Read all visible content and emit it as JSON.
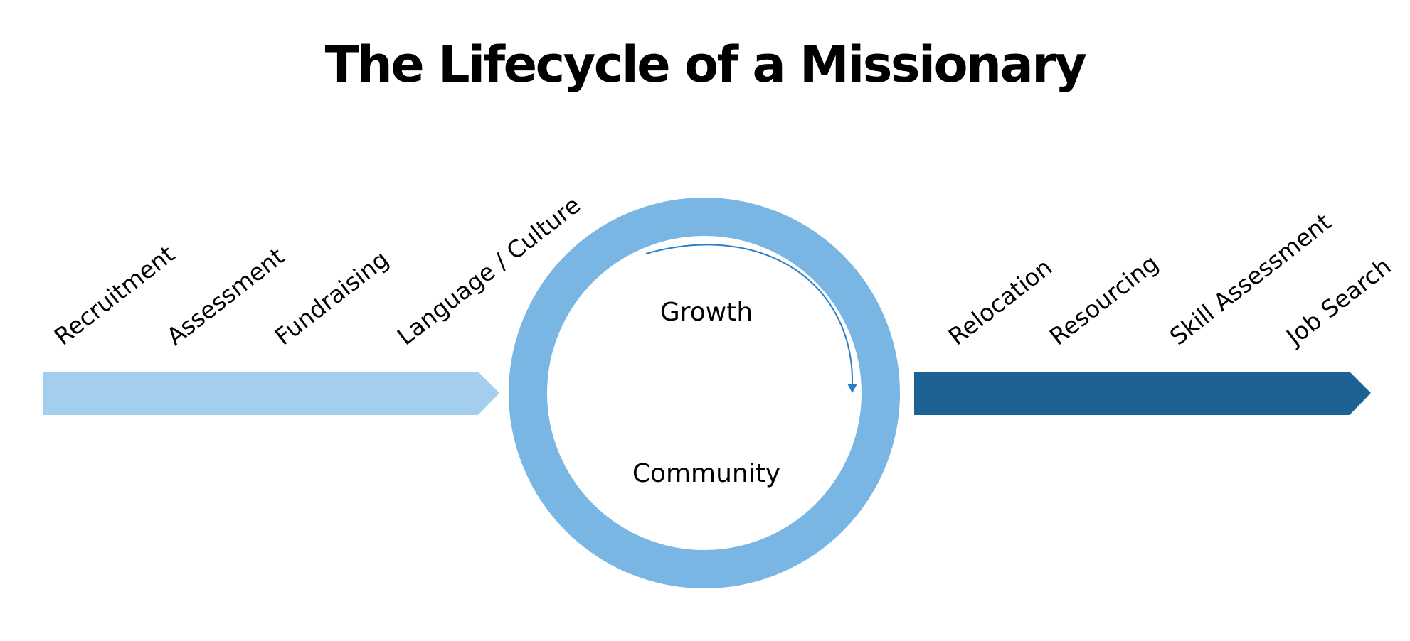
{
  "title": "The Lifecycle of a Missionary",
  "colors": {
    "left_arrow": "#a4ceed",
    "ring": "#79b6e3",
    "right_arrow": "#1e6194",
    "cycle_arrow": "#2b7fc6",
    "text": "#000000"
  },
  "left_stages": [
    "Recruitment",
    "Assessment",
    "Fundraising",
    "Language / Culture"
  ],
  "center": {
    "top_label": "Growth",
    "bottom_label": "Community"
  },
  "right_stages": [
    "Relocation",
    "Resourcing",
    "Skill Assessment",
    "Job Search"
  ]
}
